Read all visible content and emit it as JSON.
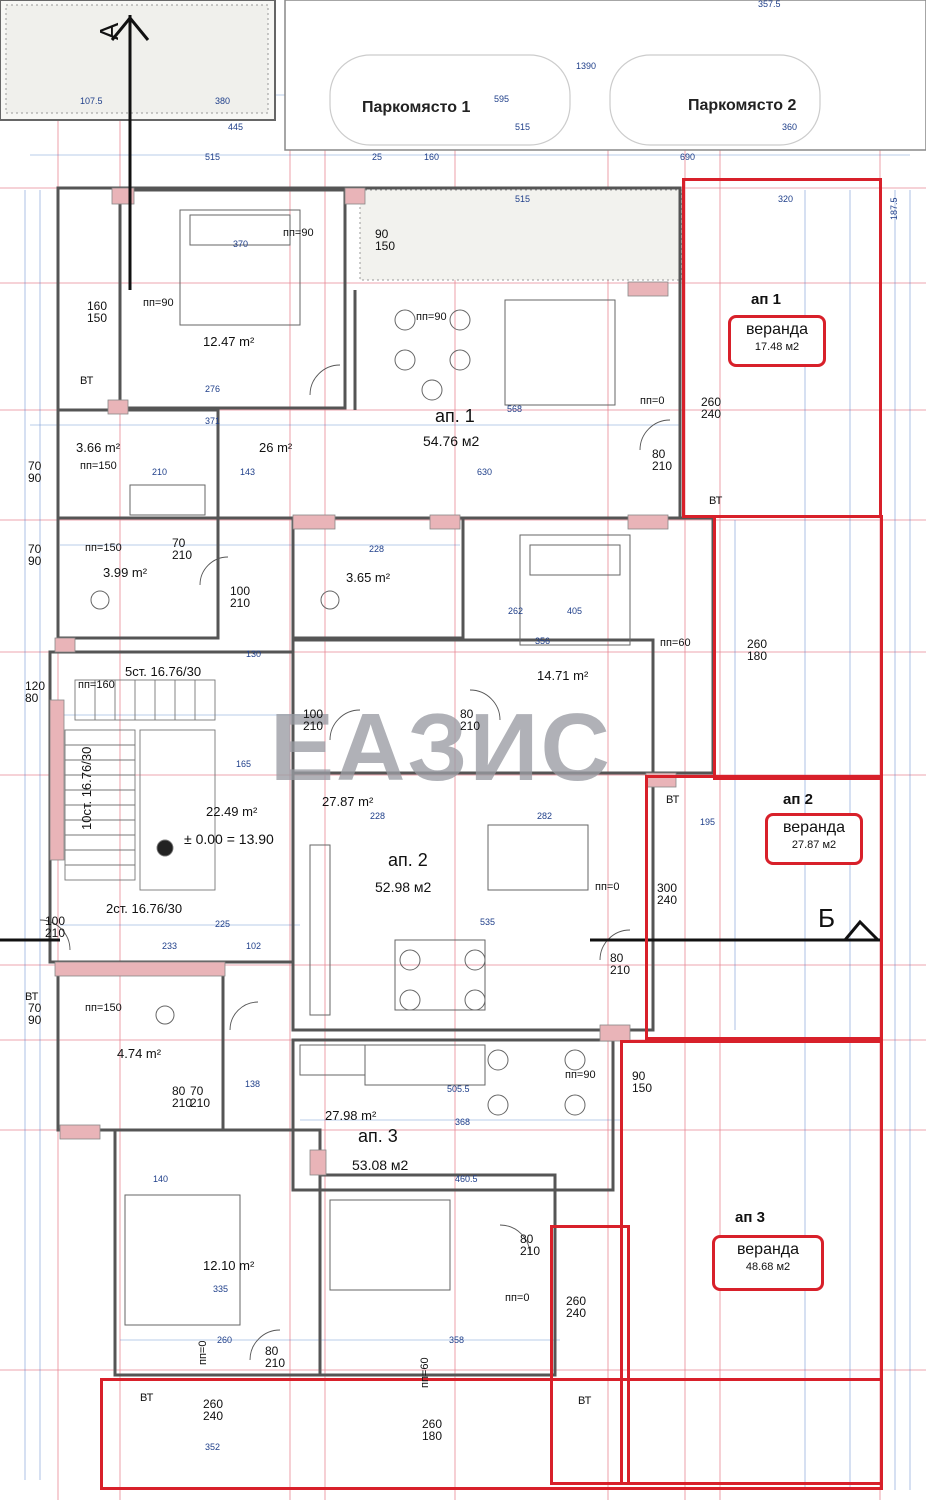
{
  "parking": {
    "spot1": "Паркомясто 1",
    "spot2": "Паркомясто 2"
  },
  "apartments": {
    "ap1": {
      "title": "ап. 1",
      "area": "54.76  м2"
    },
    "ap2": {
      "title": "ап. 2",
      "area": "52.98  м2"
    },
    "ap3": {
      "title": "ап. 3",
      "area": "53.08 м2"
    }
  },
  "verandas": {
    "v1": {
      "tag": "ап 1",
      "label": "веранда",
      "area": "17.48  м2"
    },
    "v2": {
      "tag": "ап 2",
      "label": "веранда",
      "area": "27.87  м2"
    },
    "v3": {
      "tag": "ап 3",
      "label": "веранда",
      "area": "48.68  м2"
    }
  },
  "rooms": {
    "bed1": "12.47 m²",
    "living1": "26 m²",
    "bath1a": "3.66 m²",
    "bath1b": "3.99 m²",
    "bath2": "3.65 m²",
    "bed2": "14.71 m²",
    "stair": "22.49 m²",
    "living2": "27.87 m²",
    "bath3": "4.74 m²",
    "living3": "27.98 m²",
    "bed3": "12.10 m²"
  },
  "stairs": {
    "s5": "5ст. 16.76/30",
    "s10": "10ст. 16.76/30",
    "s2": "2ст. 16.76/30",
    "level": "± 0.00 = 13.90"
  },
  "sections": {
    "a": "А",
    "b": "Б"
  },
  "logo": {
    "text": "ЕАЗИС"
  },
  "doors": [
    "90\n150",
    "160\n150",
    "80\n210",
    "70\n90",
    "70\n90",
    "70\n210",
    "100\n210",
    "120\n80",
    "100\n210",
    "80\n210",
    "260\n240",
    "80\n210",
    "260\n180",
    "300\n240",
    "80\n210",
    "100\n210",
    "70\n90",
    "70\n210",
    "80\n210",
    "90\n150",
    "80\n210",
    "260\n240",
    "260\n240",
    "260\n180"
  ],
  "sill_notes": [
    "пп=90",
    "пп=90",
    "пп=90",
    "пп=150",
    "пп=150",
    "пп=160",
    "пп=0",
    "пп=60",
    "пп=0",
    "пп=150",
    "пп=90",
    "пп=0",
    "пп=0",
    "пп=60"
  ],
  "dims": [
    "1390",
    "107.5",
    "380",
    "445",
    "595",
    "515",
    "360",
    "515",
    "160",
    "25",
    "690",
    "515",
    "320",
    "370",
    "276",
    "371",
    "143",
    "210",
    "630",
    "568",
    "228",
    "405",
    "262",
    "356",
    "130",
    "165",
    "233",
    "225",
    "102",
    "228",
    "282",
    "535",
    "505.5",
    "368",
    "460.5",
    "335",
    "260",
    "358",
    "352",
    "138",
    "140",
    "195",
    "187.5",
    "357.5"
  ],
  "marks": {
    "bt": "ВТ"
  }
}
